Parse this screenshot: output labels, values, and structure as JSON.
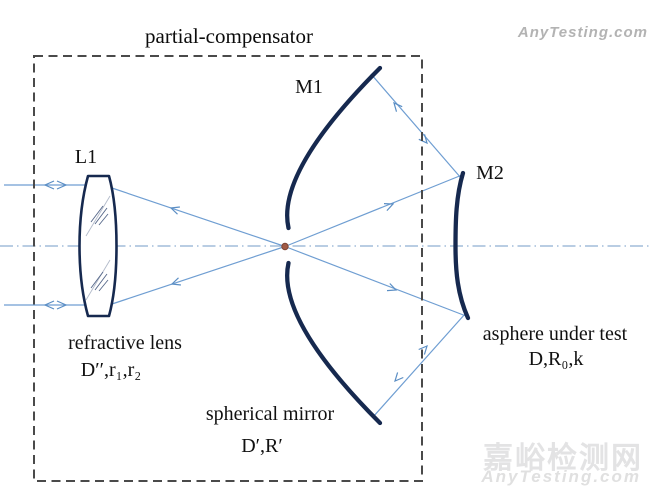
{
  "title": "partial-compensator",
  "labels": {
    "lens": "L1",
    "mirror1": "M1",
    "mirror2": "M2",
    "lens_caption": "refractive lens",
    "lens_params": "D′′,r₁,r₂",
    "spherical_caption": "spherical mirror",
    "spherical_params": "D′,R′",
    "asphere_caption": "asphere under test",
    "asphere_params": "D,R₀,k"
  },
  "watermarks": {
    "top_right": "AnyTesting.com",
    "bottom_cn": "嘉峪检测网",
    "bottom_en": "AnyTesting.com"
  },
  "colors": {
    "component_outline": "#16294f",
    "ray_blue": "#6f9ed2",
    "axis_blue": "#8fafd2",
    "dashed_border_gray": "#4a4a4a",
    "focus_dot_brown": "#a15a45",
    "watermark_light_gray": "#e3e3e4",
    "watermark_top_gray": "#b3b3b3"
  }
}
